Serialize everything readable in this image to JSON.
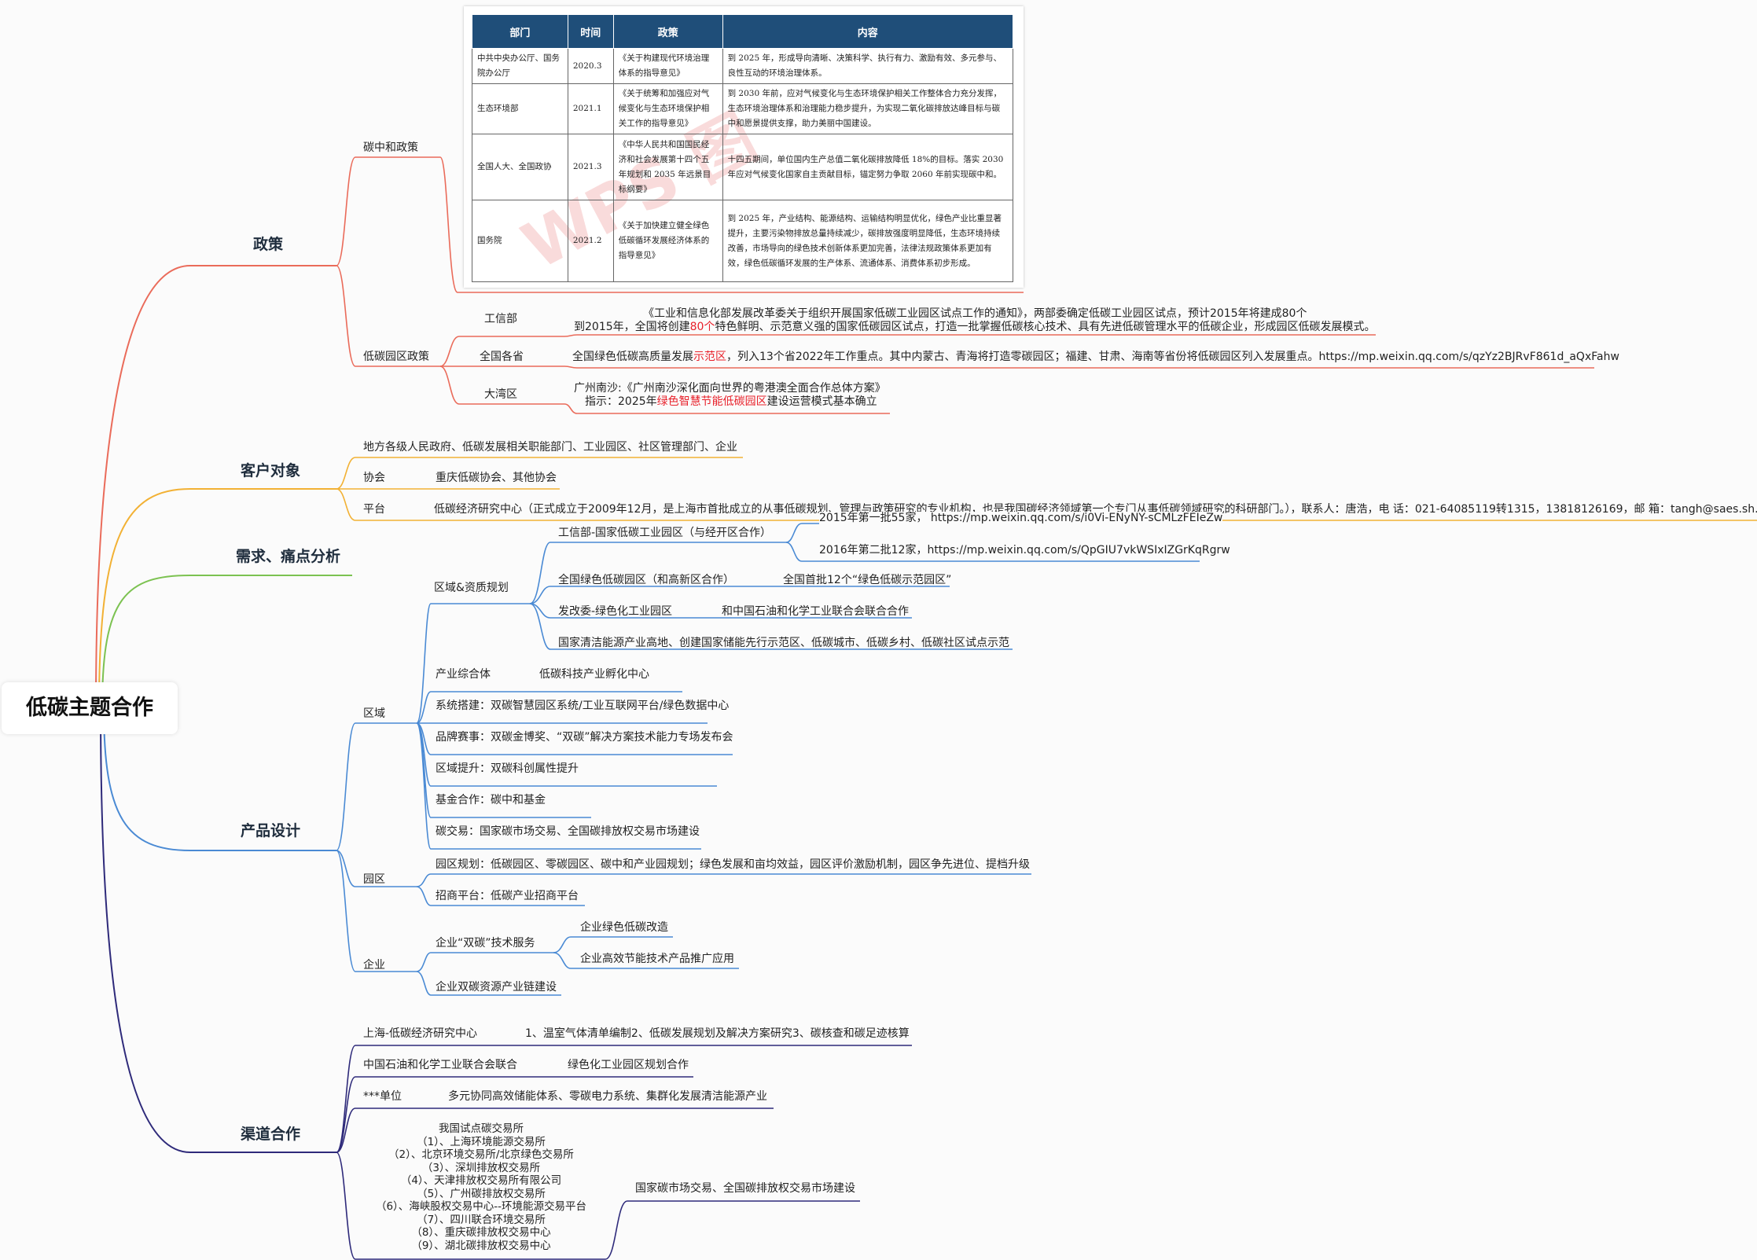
{
  "root": "低碳主题合作",
  "colors": {
    "policy": "#ea6b5a",
    "customer": "#f2b134",
    "needs": "#7cc251",
    "product": "#4a8ad4",
    "channel": "#2e2a7a",
    "highlight": "#e8202a",
    "table_header": "#1f4e79"
  },
  "policy": {
    "title": "政策",
    "carbon_policy": "碳中和政策",
    "table": {
      "headers": [
        "部门",
        "时间",
        "政策",
        "内容"
      ],
      "rows": [
        [
          "中共中央办公厅、国务院办公厅",
          "2020.3",
          "《关于构建现代环境治理体系的指导意见》",
          "到 2025 年，形成导向清晰、决策科学、执行有力、激励有效、多元参与、良性互动的环境治理体系。"
        ],
        [
          "生态环境部",
          "2021.1",
          "《关于统筹和加强应对气候变化与生态环境保护相关工作的指导意见》",
          "到 2030 年前，应对气候变化与生态环境保护相关工作整体合力充分发挥，生态环境治理体系和治理能力稳步提升，为实现二氧化碳排放达峰目标与碳中和愿景提供支撑，助力美丽中国建设。"
        ],
        [
          "全国人大、全国政协",
          "2021.3",
          "《中华人民共和国国民经济和社会发展第十四个五年规划和 2035 年远景目标纲要》",
          "十四五期间，单位国内生产总值二氧化碳排放降低 18%的目标。落实 2030 年应对气候变化国家自主贡献目标，锚定努力争取 2060 年前实现碳中和。"
        ],
        [
          "国务院",
          "2021.2",
          "《关于加快建立健全绿色低碳循环发展经济体系的指导意见》",
          "到 2025 年，产业结构、能源结构、运输结构明显优化，绿色产业比重显著提升，主要污染物排放总量持续减少，碳排放强度明显降低，生态环境持续改善，市场导向的绿色技术创新体系更加完善，法律法规政策体系更加有效，绿色低碳循环发展的生产体系、流通体系、消费体系初步形成。"
        ]
      ],
      "watermark": "WPS 图"
    },
    "park_policy": "低碳园区政策",
    "miit": "工信部",
    "miit_l1": "《工业和信息化部发展改革委关于组织开展国家低碳工业园区试点工作的通知》，两部委确定低碳工业园区试点，预计2015年将建成80个",
    "miit_l2a": "到2015年，全国将创建",
    "miit_l2b": "80个",
    "miit_l2c": "特色鲜明、示范意义强的国家低碳园区试点，打造一批掌握低碳核心技术、具有先进低碳管理水平的低碳企业，形成园区低碳发展模式。",
    "provinces": "全国各省",
    "prov_a": "全国绿色低碳高质量发展",
    "prov_b": "示范区",
    "prov_c": "，列入13个省2022年工作重点。其中内蒙古、青海将打造零碳园区；福建、甘肃、海南等省份将低碳园区列入发展重点。https://mp.weixin.qq.com/s/qzYz2BJRvF861d_aQxFahw",
    "bay": "大湾区",
    "bay_l1": "广州南沙:《广州南沙深化面向世界的粤港澳全面合作总体方案》",
    "bay_l2a": "指示：2025年",
    "bay_l2b": "绿色智慧节能低碳园区",
    "bay_l2c": "建设运营模式基本确立"
  },
  "customer": {
    "title": "客户对象",
    "c1": "地方各级人民政府、低碳发展相关职能部门、工业园区、社区管理部门、企业",
    "assoc": "协会",
    "assoc_v": "重庆低碳协会、其他协会",
    "platform": "平台",
    "platform_v": "低碳经济研究中心（正式成立于2009年12月，是上海市首批成立的从事低碳规划、管理与政策研究的专业机构，也是我国碳经济领域第一个专门从事低碳领域研究的科研部门。），联系人：唐浩，电    话：021-64085119转1315，13818126169，邮    箱：tangh@saes.sh.cn"
  },
  "needs": {
    "title": "需求、痛点分析"
  },
  "product": {
    "title": "产品设计",
    "region": "区域",
    "qual": "区域&资质规划",
    "miit_park": "工信部-国家低碳工业园区（与经开区合作）",
    "batch1": "2015年第一批55家，  https://mp.weixin.qq.com/s/i0Vi-ENyNY-sCMLzFEIeZw",
    "batch2": "2016年第二批12家，https://mp.weixin.qq.com/s/QpGIU7vkWSIxIZGrKqRgrw",
    "green_park": "全国绿色低碳园区（和高新区合作）",
    "green_park_v": "全国首批12个“绿色低碳示范园区”",
    "ndrc": "发改委-绿色化工业园区",
    "ndrc_v": "和中国石油和化学工业联合会联合合作",
    "national": "国家清洁能源产业高地、创建国家储能先行示范区、低碳城市、低碳乡村、低碳社区试点示范",
    "industry": "产业综合体",
    "industry_v": "低碳科技产业孵化中心",
    "system": "系统搭建：双碳智慧园区系统/工业互联网平台/绿色数据中心",
    "brand": "品牌赛事：双碳金博奖、“双碳”解决方案技术能力专场发布会",
    "promote": "区域提升：双碳科创属性提升",
    "fund": "基金合作：碳中和基金",
    "trade": "碳交易：国家碳市场交易、全国碳排放权交易市场建设",
    "park": "园区",
    "park_plan": "园区规划：低碳园区、零碳园区、碳中和产业园规划；绿色发展和亩均效益，园区评价激励机制，园区争先进位、提档升级",
    "invest": "招商平台：低碳产业招商平台",
    "enterprise": "企业",
    "tech": "企业“双碳”技术服务",
    "tech1": "企业绿色低碳改造",
    "tech2": "企业高效节能技术产品推广应用",
    "chain": "企业双碳资源产业链建设"
  },
  "channel": {
    "title": "渠道合作",
    "sh": "上海-低碳经济研究中心",
    "sh_v": "1、温室气体清单编制2、低碳发展规划及解决方案研究3、碳核查和碳足迹核算",
    "cpcif": "中国石油和化学工业联合会联合",
    "cpcif_v": "绿色化工业园区规划合作",
    "unit": "***单位",
    "unit_v": "多元协同高效储能体系、零碳电力系统、集群化发展清洁能源产业",
    "exchanges": [
      "我国试点碳交易所",
      "（1）、上海环境能源交易所",
      "（2）、北京环境交易所/北京绿色交易所",
      "（3）、深圳排放权交易所",
      "（4）、天津排放权交易所有限公司",
      "（5）、广州碳排放权交易所",
      "（6）、海峡股权交易中心--环境能源交易平台",
      "（7）、四川联合环境交易所",
      "（8）、重庆碳排放权交易中心",
      "（9）、湖北碳排放权交易中心"
    ],
    "ex_v": "国家碳市场交易、全国碳排放权交易市场建设"
  }
}
